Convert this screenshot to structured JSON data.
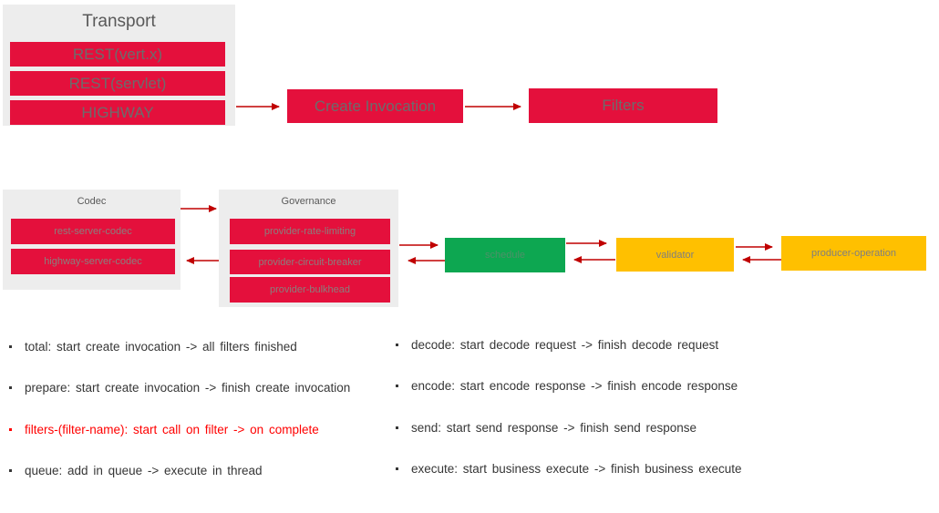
{
  "colors": {
    "box_red": "#E4103C",
    "box_green": "#0DA751",
    "box_yellow": "#FFC000",
    "container_gray": "#EDEDED",
    "arrow_red": "#C00000",
    "note_highlight_red": "#FF0000"
  },
  "top_flow": {
    "transport": {
      "title": "Transport",
      "items": [
        "REST(vert.x)",
        "REST(servlet)",
        "HIGHWAY"
      ]
    },
    "create_invocation": {
      "label": "Create Invocation"
    },
    "filters": {
      "label": "Filters"
    }
  },
  "mid_flow": {
    "codec": {
      "title": "Codec",
      "items": [
        "rest-server-codec",
        "highway-server-codec"
      ]
    },
    "governance": {
      "title": "Governance",
      "items": [
        "provider-rate-limiting",
        "provider-circuit-breaker",
        "provider-bulkhead"
      ]
    },
    "schedule": {
      "label": "schedule"
    },
    "validator": {
      "label": "validator"
    },
    "producer_operation": {
      "label": "producer-operation"
    }
  },
  "notes": {
    "left": [
      {
        "text": "total: start create invocation -> all filters finished"
      },
      {
        "text": "prepare: start create invocation -> finish create invocation"
      },
      {
        "text": "filters-(filter-name):  start call on filter -> on complete",
        "highlight": "red"
      },
      {
        "text": "queue: add in queue -> execute in thread"
      }
    ],
    "right": [
      {
        "text": "decode: start decode request -> finish decode request"
      },
      {
        "text": "encode: start encode response -> finish encode response"
      },
      {
        "text": "send: start send response -> finish send response"
      },
      {
        "text": "execute: start business execute -> finish business execute"
      }
    ]
  }
}
